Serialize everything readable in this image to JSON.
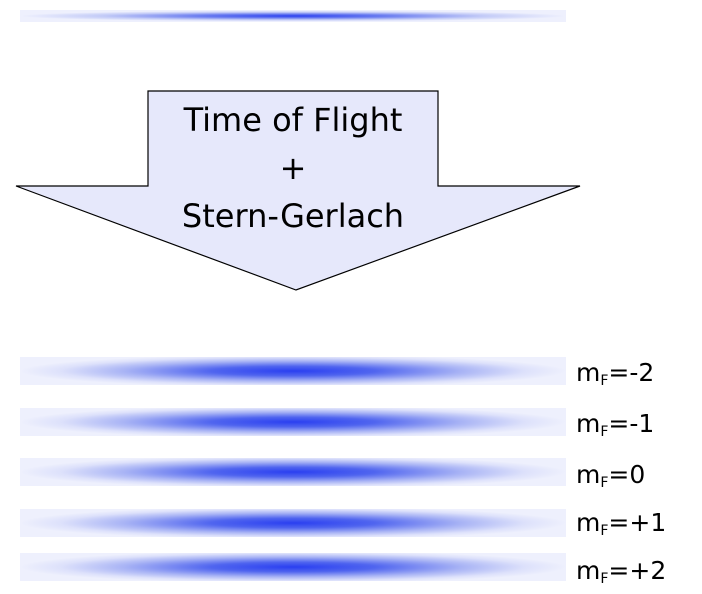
{
  "colors": {
    "band_core": "#2a3ff0",
    "band_mid": "#8090f4",
    "band_edge": "#eef0fd",
    "arrow_fill": "#e6e8fb",
    "arrow_stroke": "#000000"
  },
  "arrow": {
    "line_1": "Time of Flight",
    "line_2": "+",
    "line_3": "Stern-Gerlach"
  },
  "states": [
    {
      "base": "m",
      "subscript": "F",
      "value": "=-2"
    },
    {
      "base": "m",
      "subscript": "F",
      "value": "=-1"
    },
    {
      "base": "m",
      "subscript": "F",
      "value": "=0"
    },
    {
      "base": "m",
      "subscript": "F",
      "value": "=+1"
    },
    {
      "base": "m",
      "subscript": "F",
      "value": "=+2"
    }
  ]
}
